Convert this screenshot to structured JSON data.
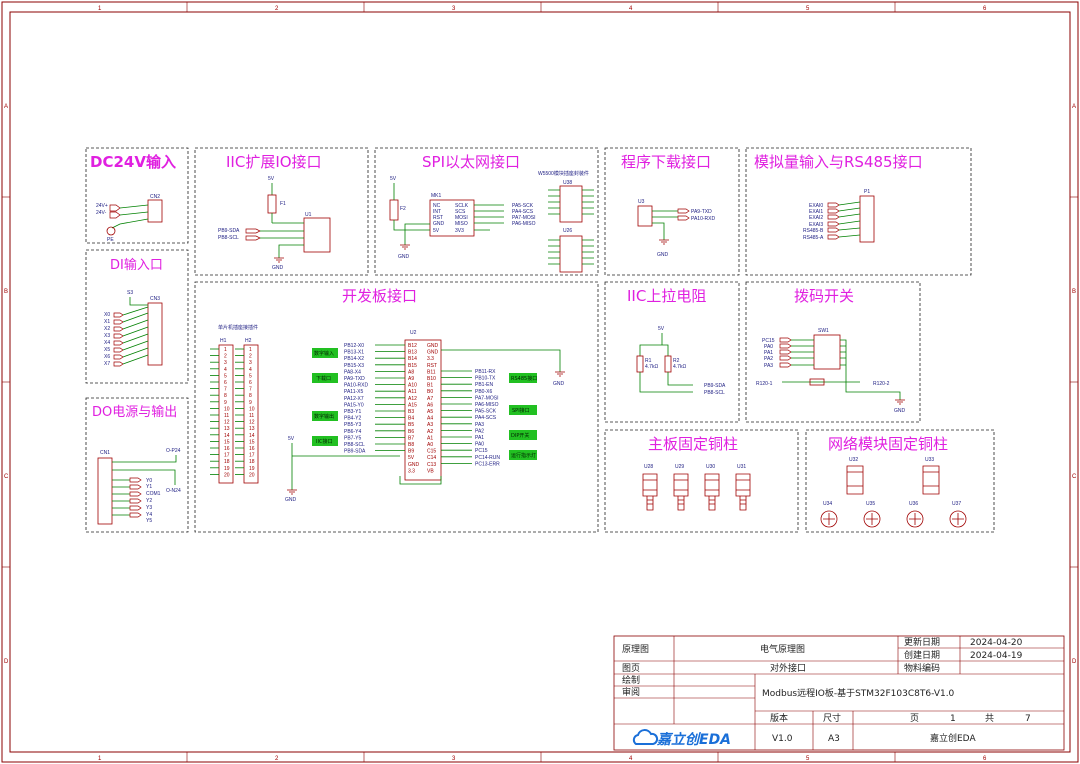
{
  "ruler": {
    "top": [
      "1",
      "2",
      "3",
      "4",
      "5",
      "6"
    ],
    "side": [
      "A",
      "B",
      "C",
      "D"
    ]
  },
  "panels": {
    "dc24v": {
      "title": "DC24V输入",
      "labels": [
        "24V+",
        "24V-"
      ],
      "ref": "CN2",
      "gnd": "PE"
    },
    "di": {
      "title": "DI输入口",
      "ref": "CN3",
      "sw": "S3",
      "pins": [
        "X0",
        "X1",
        "X2",
        "X3",
        "X4",
        "X5",
        "X6",
        "X7"
      ]
    },
    "do": {
      "title": "DO电源与输出",
      "ref": "CN1",
      "pins": [
        "Y0",
        "Y1",
        "COM1",
        "Y2",
        "Y3",
        "Y4",
        "Y5"
      ],
      "p24": "O-P24",
      "n24": "O-N24"
    },
    "iic_io": {
      "title": "IIC扩展IO接口",
      "ref": "U1",
      "fuse": "F1",
      "v": "5V",
      "nets": [
        "PB9-SDA",
        "PB8-SCL"
      ],
      "gnd": "GND"
    },
    "spi": {
      "title": "SPI以太网接口",
      "note": "W5500模块插座封装件",
      "ref": "MK1",
      "ref2": "U38",
      "ref3": "U26",
      "fuse": "F2",
      "v": "5V",
      "gnd": "GND",
      "left_pins": [
        "NC",
        "INT",
        "RST",
        "GND",
        "5V"
      ],
      "right_pins": [
        "SCLK",
        "SCS",
        "MOSI",
        "MISO",
        "3V3"
      ],
      "nets": [
        "PA5-SCK",
        "PA4-SCS",
        "PA7-MOSI",
        "PA6-MISO"
      ]
    },
    "prog": {
      "title": "程序下载接口",
      "ref": "U3",
      "nets": [
        "PA9-TXD",
        "PA10-RXD"
      ],
      "gnd": "GND"
    },
    "analog": {
      "title": "模拟量输入与RS485接口",
      "ref": "P1",
      "pins": [
        "EXAI0",
        "EXAI1",
        "EXAI2",
        "EXAI3",
        "RS485-B",
        "RS485-A"
      ]
    },
    "board": {
      "title": "开发板接口",
      "hdr_note": "单片机插座接插件",
      "h1": "H1",
      "h2": "H2",
      "u2": "U2",
      "v": "5V",
      "gnd": "GND",
      "gnd2": "GND",
      "rows": [
        "1",
        "2",
        "3",
        "4",
        "5",
        "6",
        "7",
        "8",
        "9",
        "10",
        "11",
        "12",
        "13",
        "14",
        "15",
        "16",
        "17",
        "18",
        "19",
        "20"
      ],
      "left_nets": [
        "PB12-X0",
        "PB13-X1",
        "PB14-X2",
        "PB15-X3",
        "PA8-X4",
        "PA9-TXD",
        "PA10-RXD",
        "PA11-X5",
        "PA12-X7",
        "PA15-Y0",
        "PB3-Y1",
        "PB4-Y2",
        "PB5-Y3",
        "PB6-Y4",
        "PB7-Y5",
        "PB8-SCL",
        "PB9-SDA"
      ],
      "right_nets": [
        "PB11-RX",
        "PB10-TX",
        "PB1-EN",
        "PB0-X6",
        "PA7-MOSI",
        "PA6-MISO",
        "PA5-SCK",
        "PA4-SCS",
        "PA3",
        "PA2",
        "PA1",
        "PA0",
        "PC15",
        "PC14-RUN",
        "PC13-ERR"
      ],
      "left_pin_names": [
        "B12",
        "B13",
        "B14",
        "B15",
        "A8",
        "A9",
        "A10",
        "A11",
        "A12",
        "A15",
        "B3",
        "B4",
        "B5",
        "B6",
        "B7",
        "B8",
        "B9",
        "5V",
        "GND",
        "3.3"
      ],
      "right_pin_names": [
        "GND",
        "GND",
        "3.3",
        "RST",
        "B11",
        "B10",
        "B1",
        "B0",
        "A7",
        "A6",
        "A5",
        "A4",
        "A3",
        "A2",
        "A1",
        "A0",
        "C15",
        "C14",
        "C13",
        "VB"
      ],
      "buttons": [
        "数字输入",
        "下载口",
        "数字输出",
        "IIC接口",
        "RS485接口",
        "SPI接口",
        "DIP开关",
        "运行指示灯"
      ]
    },
    "iic_pull": {
      "title": "IIC上拉电阻",
      "v": "5V",
      "r1": "R1",
      "r2": "R2",
      "r1v": "4.7kΩ",
      "r2v": "4.7kΩ",
      "nets": [
        "PB9-SDA",
        "PB8-SCL"
      ]
    },
    "dip": {
      "title": "拨码开关",
      "ref": "SW1",
      "pins": [
        "PC15",
        "PA0",
        "PA1",
        "PA2",
        "PA3"
      ],
      "r1": "R120-1",
      "r2": "R120-2",
      "gnd": "GND"
    },
    "pillar_main": {
      "title": "主板固定铜柱",
      "items": [
        "U28",
        "U29",
        "U30",
        "U31"
      ]
    },
    "pillar_net": {
      "title": "网络模块固定铜柱",
      "items_top": [
        "U32",
        "U33"
      ],
      "items_bottom": [
        "U34",
        "U35",
        "U36",
        "U37"
      ]
    }
  },
  "title_block": {
    "r1c1": "原理图",
    "r1c2": "电气原理图",
    "r1c3": "更新日期",
    "r1c4": "2024-04-20",
    "r2c3": "创建日期",
    "r2c4": "2024-04-19",
    "r3c1": "图页",
    "r3c2": "对外接口",
    "r3c3": "物料编码",
    "r4c1": "绘制",
    "r5c1": "审阅",
    "project": "Modbus远程IO板-基于STM32F103C8T6-V1.0",
    "h_ver": "版本",
    "h_size": "尺寸",
    "h_page": "页",
    "page_no": "1",
    "h_of": "共",
    "page_total": "7",
    "logo": "嘉立创EDA",
    "ver": "V1.0",
    "size": "A3",
    "company": "嘉立创EDA"
  },
  "colors": {
    "border": "#8b0000",
    "title": "#e020e0",
    "wire": "#008000",
    "symbol": "#a00000",
    "green_btn": "#22c022"
  }
}
